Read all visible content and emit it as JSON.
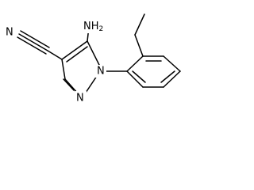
{
  "molecule": {
    "atom_labels": {
      "nitrile_n": "N",
      "amine": "NH",
      "amine_subscript": "2",
      "ring_n1": "N",
      "ring_n2": "N"
    }
  }
}
